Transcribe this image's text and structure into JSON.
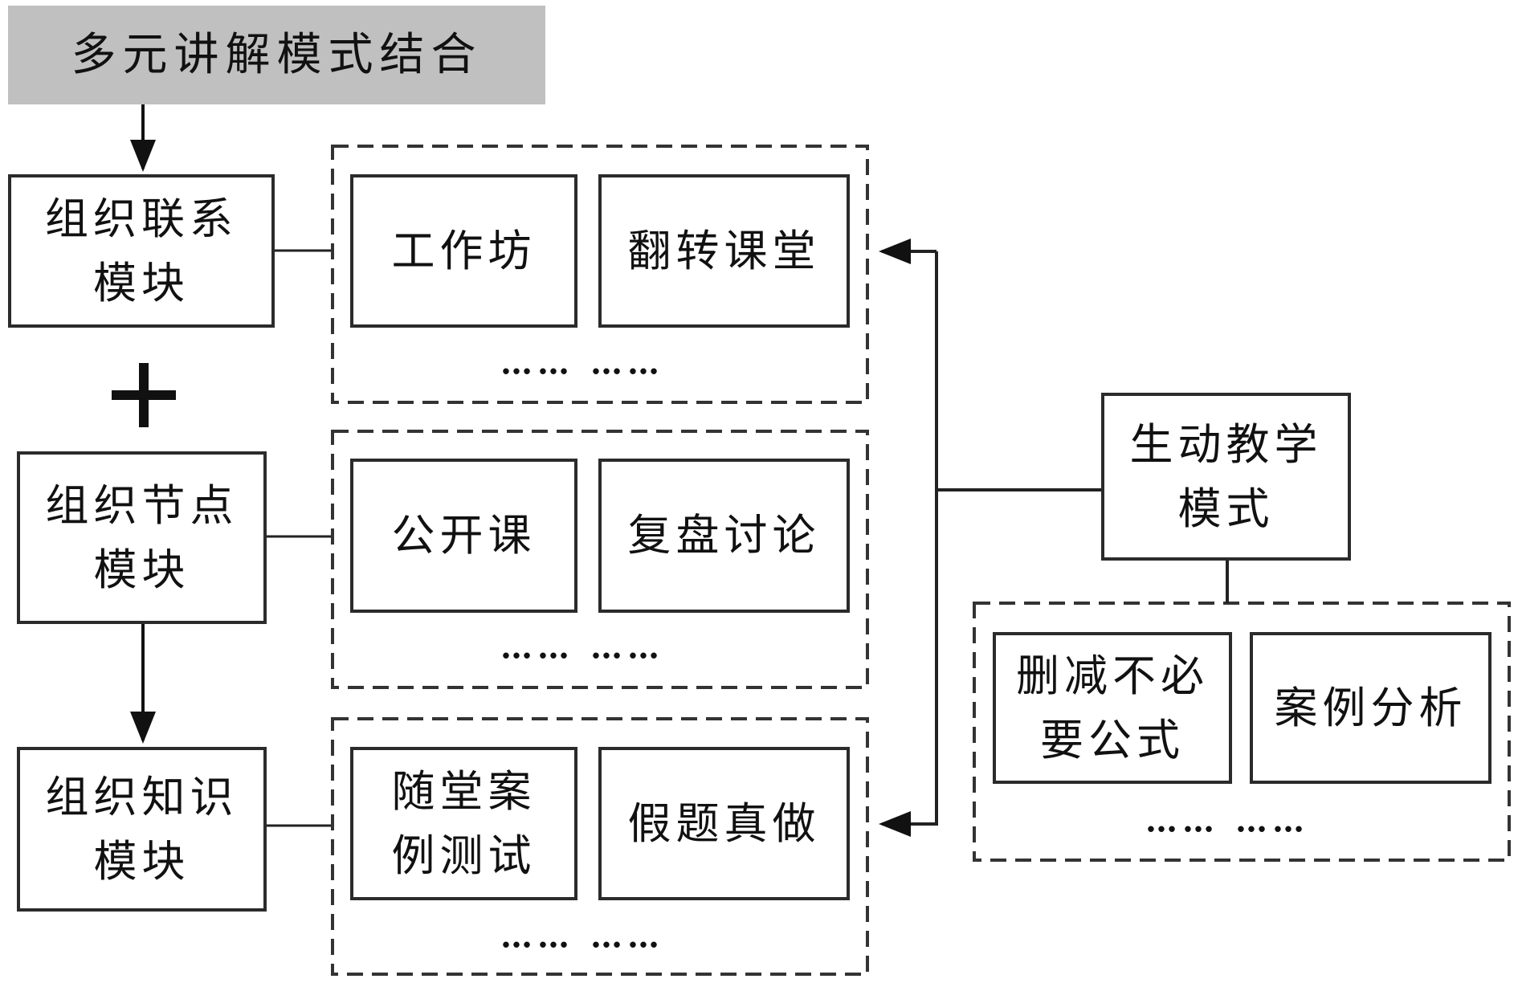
{
  "title": "多元讲解模式结合",
  "modules": [
    {
      "label_lines": [
        "组织联系",
        "模块"
      ],
      "methods": [
        "工作坊",
        "翻转课堂"
      ],
      "more": "…… ……"
    },
    {
      "label_lines": [
        "组织节点",
        "模块"
      ],
      "methods": [
        "公开课",
        "复盘讨论"
      ],
      "more": "…… ……"
    },
    {
      "label_lines": [
        "组织知识",
        "模块"
      ],
      "methods_lines": [
        [
          "随堂案",
          "例测试"
        ],
        [
          "假题真做"
        ]
      ],
      "more": "…… ……"
    }
  ],
  "combine_symbol": "+",
  "teaching_mode": {
    "label_lines": [
      "生动教学",
      "模式"
    ],
    "methods_lines": [
      [
        "删减不必",
        "要公式"
      ],
      [
        "案例分析"
      ]
    ],
    "more": "…… ……"
  },
  "colors": {
    "title_bg": "#c0c0c0",
    "stroke": "#2b2b2b"
  }
}
